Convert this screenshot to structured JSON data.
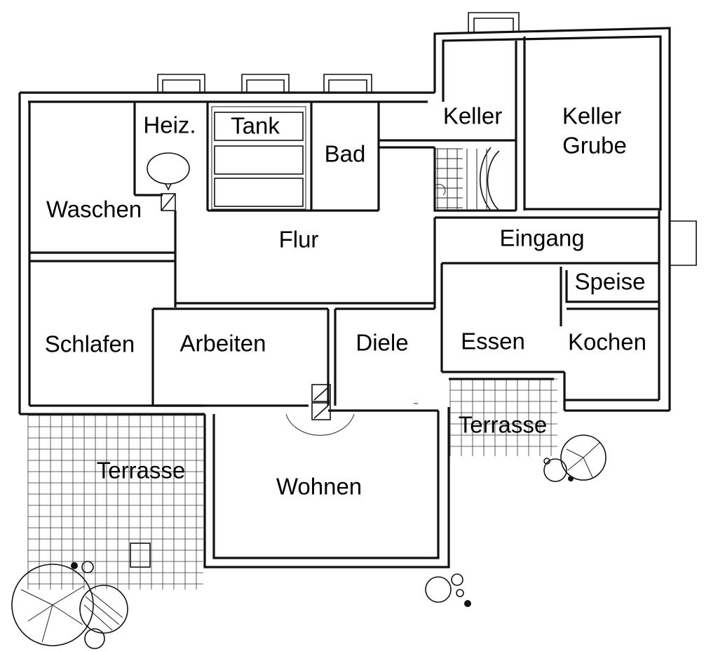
{
  "colors": {
    "ink": "#111111",
    "paper": "#ffffff"
  },
  "rooms": [
    {
      "id": "heiz",
      "label": "Heiz."
    },
    {
      "id": "tank",
      "label": "Tank"
    },
    {
      "id": "bad",
      "label": "Bad"
    },
    {
      "id": "keller",
      "label": "Keller"
    },
    {
      "id": "keller-grube-1",
      "label": "Keller"
    },
    {
      "id": "keller-grube-2",
      "label": "Grube"
    },
    {
      "id": "waschen",
      "label": "Waschen"
    },
    {
      "id": "flur",
      "label": "Flur"
    },
    {
      "id": "eingang",
      "label": "Eingang"
    },
    {
      "id": "speise",
      "label": "Speise"
    },
    {
      "id": "schlafen",
      "label": "Schlafen"
    },
    {
      "id": "arbeiten",
      "label": "Arbeiten"
    },
    {
      "id": "diele",
      "label": "Diele"
    },
    {
      "id": "essen",
      "label": "Essen"
    },
    {
      "id": "kochen",
      "label": "Kochen"
    },
    {
      "id": "terrasse-right",
      "label": "Terrasse"
    },
    {
      "id": "terrasse-left",
      "label": "Terrasse"
    },
    {
      "id": "wohnen",
      "label": "Wohnen"
    }
  ]
}
